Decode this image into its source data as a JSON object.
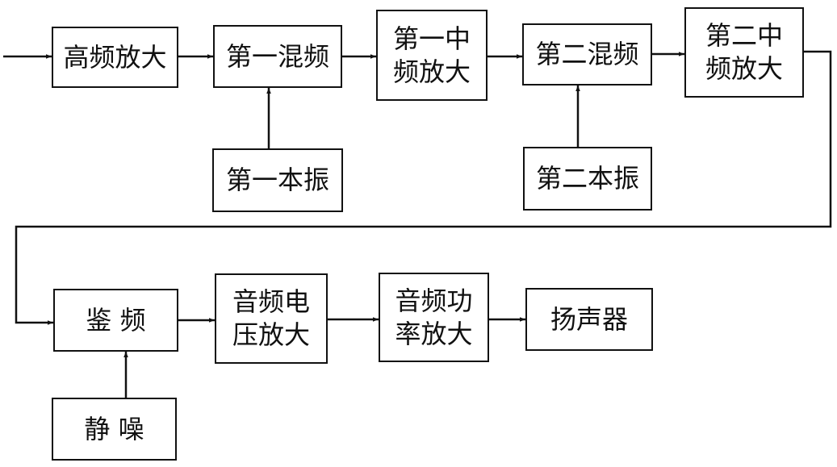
{
  "blocks": {
    "rf_amp": "高频放大",
    "mixer1": "第一混频",
    "if1_amp": "第一中\n频放大",
    "mixer2": "第二混频",
    "if2_amp": "第二中\n频放大",
    "lo1": "第一本振",
    "lo2": "第二本振",
    "discriminator": "鉴  频",
    "af_voltage_amp": "音频电\n压放大",
    "af_power_amp": "音频功\n率放大",
    "speaker": "扬声器",
    "squelch": "静  噪"
  }
}
